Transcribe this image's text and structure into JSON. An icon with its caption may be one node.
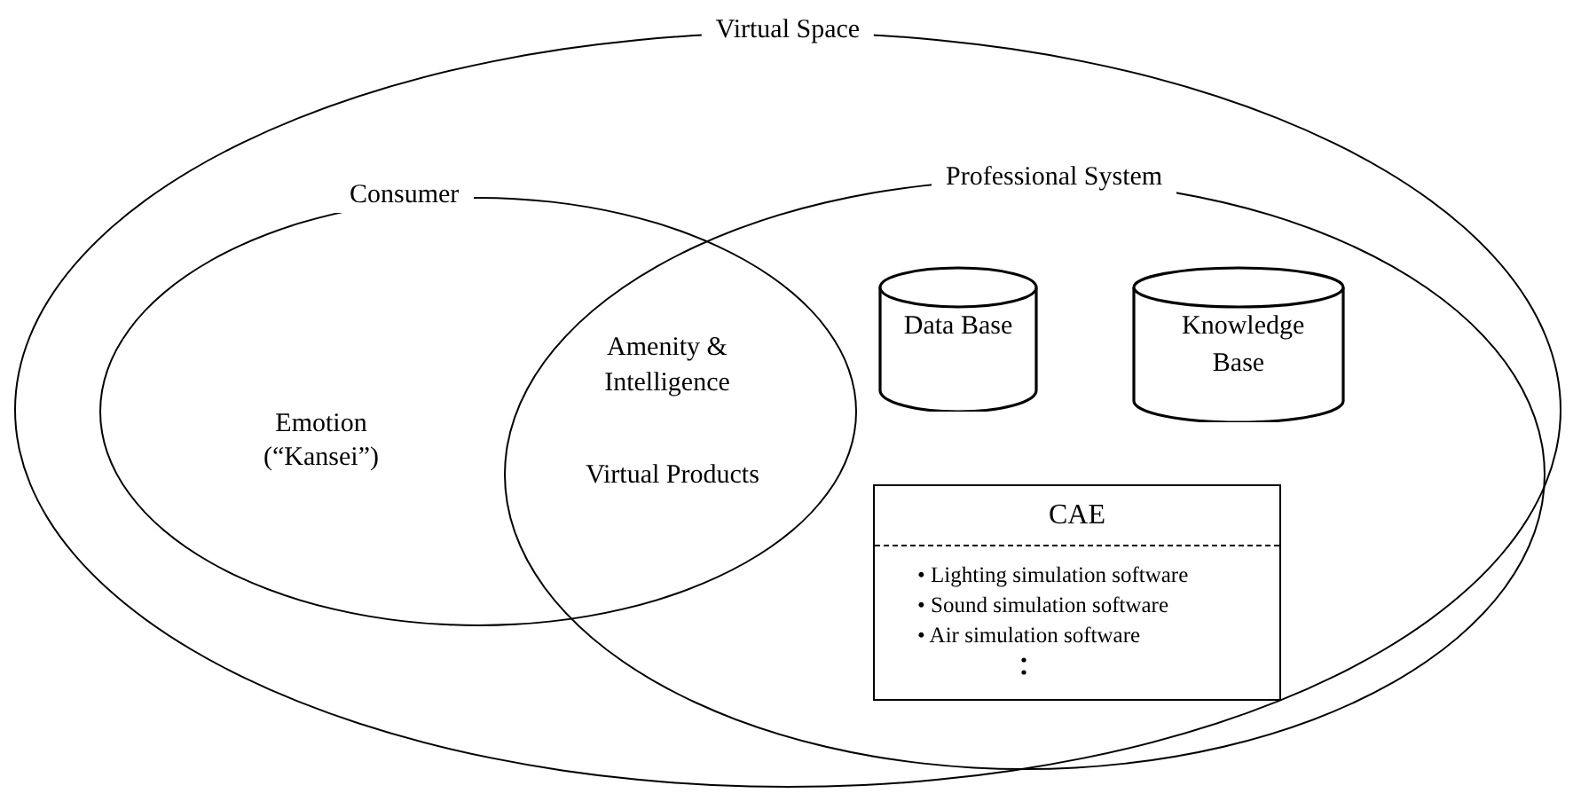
{
  "diagram": {
    "nodes": [
      {
        "text": [
          "Virtual Space"
        ]
      },
      {
        "text": [
          "Consumer",
          "Emotion (“Kansei”)"
        ],
        "in": 0
      },
      {
        "text": [
          "Professional System"
        ],
        "in": 0
      },
      {
        "text": [
          "Data Base"
        ],
        "in": 2
      },
      {
        "text": [
          "Knowledge Base"
        ],
        "in": 2
      },
      {
        "text": [
          "CAE",
          "• Lighting simulation software",
          "• Sound simulation software",
          "• Air simulation software"
        ],
        "in": 2
      }
    ],
    "edges": [],
    "labels": [
      "Amenity & Intelligence",
      "Virtual Products"
    ]
  }
}
